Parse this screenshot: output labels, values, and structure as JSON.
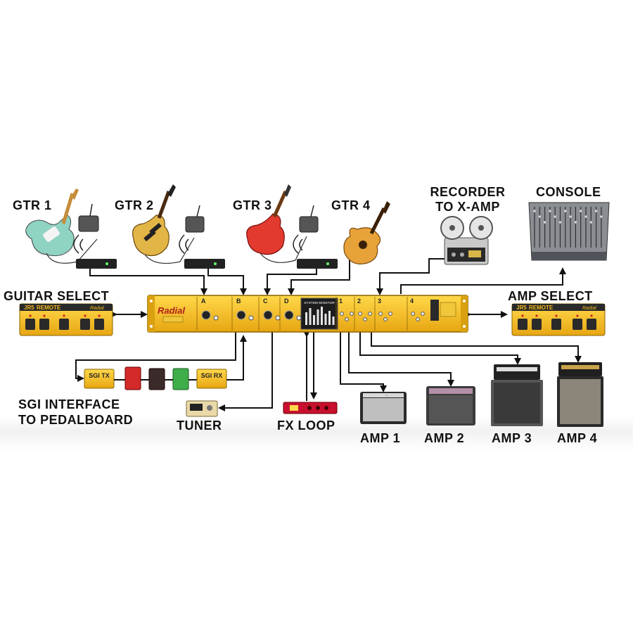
{
  "title": "",
  "colors": {
    "rack_yellow": "#f2b81c",
    "rack_dark": "#c58d00",
    "cable": "#111111",
    "fx_red": "#c8102e",
    "amp_gray": "#6f6f6f"
  },
  "guitars": [
    {
      "id": "gtr1",
      "label": "GTR 1"
    },
    {
      "id": "gtr2",
      "label": "GTR 2"
    },
    {
      "id": "gtr3",
      "label": "GTR 3"
    },
    {
      "id": "gtr4",
      "label": "GTR 4"
    }
  ],
  "recorder": {
    "line1": "RECORDER",
    "line2": "TO X-AMP"
  },
  "console": {
    "label": "CONSOLE"
  },
  "guitar_select": {
    "label": "GUITAR SELECT",
    "remote_model": "JR5",
    "remote_word": "REMOTE",
    "brand": "Radial"
  },
  "amp_select": {
    "label": "AMP SELECT",
    "remote_model": "JR5",
    "remote_word": "REMOTE",
    "brand": "Radial"
  },
  "rack": {
    "brand": "Radial",
    "input_channels": [
      "A",
      "B",
      "C",
      "D"
    ],
    "output_channels": [
      "1",
      "2",
      "3",
      "4"
    ],
    "monitor_label": "SYSTEM MONITOR"
  },
  "sgi": {
    "line1": "SGI INTERFACE",
    "line2": "TO PEDALBOARD",
    "tx": "SGI TX",
    "rx": "SGI RX"
  },
  "tuner": {
    "label": "TUNER"
  },
  "fx_loop": {
    "label": "FX LOOP"
  },
  "amps": [
    {
      "id": "amp1",
      "label": "AMP 1"
    },
    {
      "id": "amp2",
      "label": "AMP 2"
    },
    {
      "id": "amp3",
      "label": "AMP 3"
    },
    {
      "id": "amp4",
      "label": "AMP 4"
    }
  ]
}
